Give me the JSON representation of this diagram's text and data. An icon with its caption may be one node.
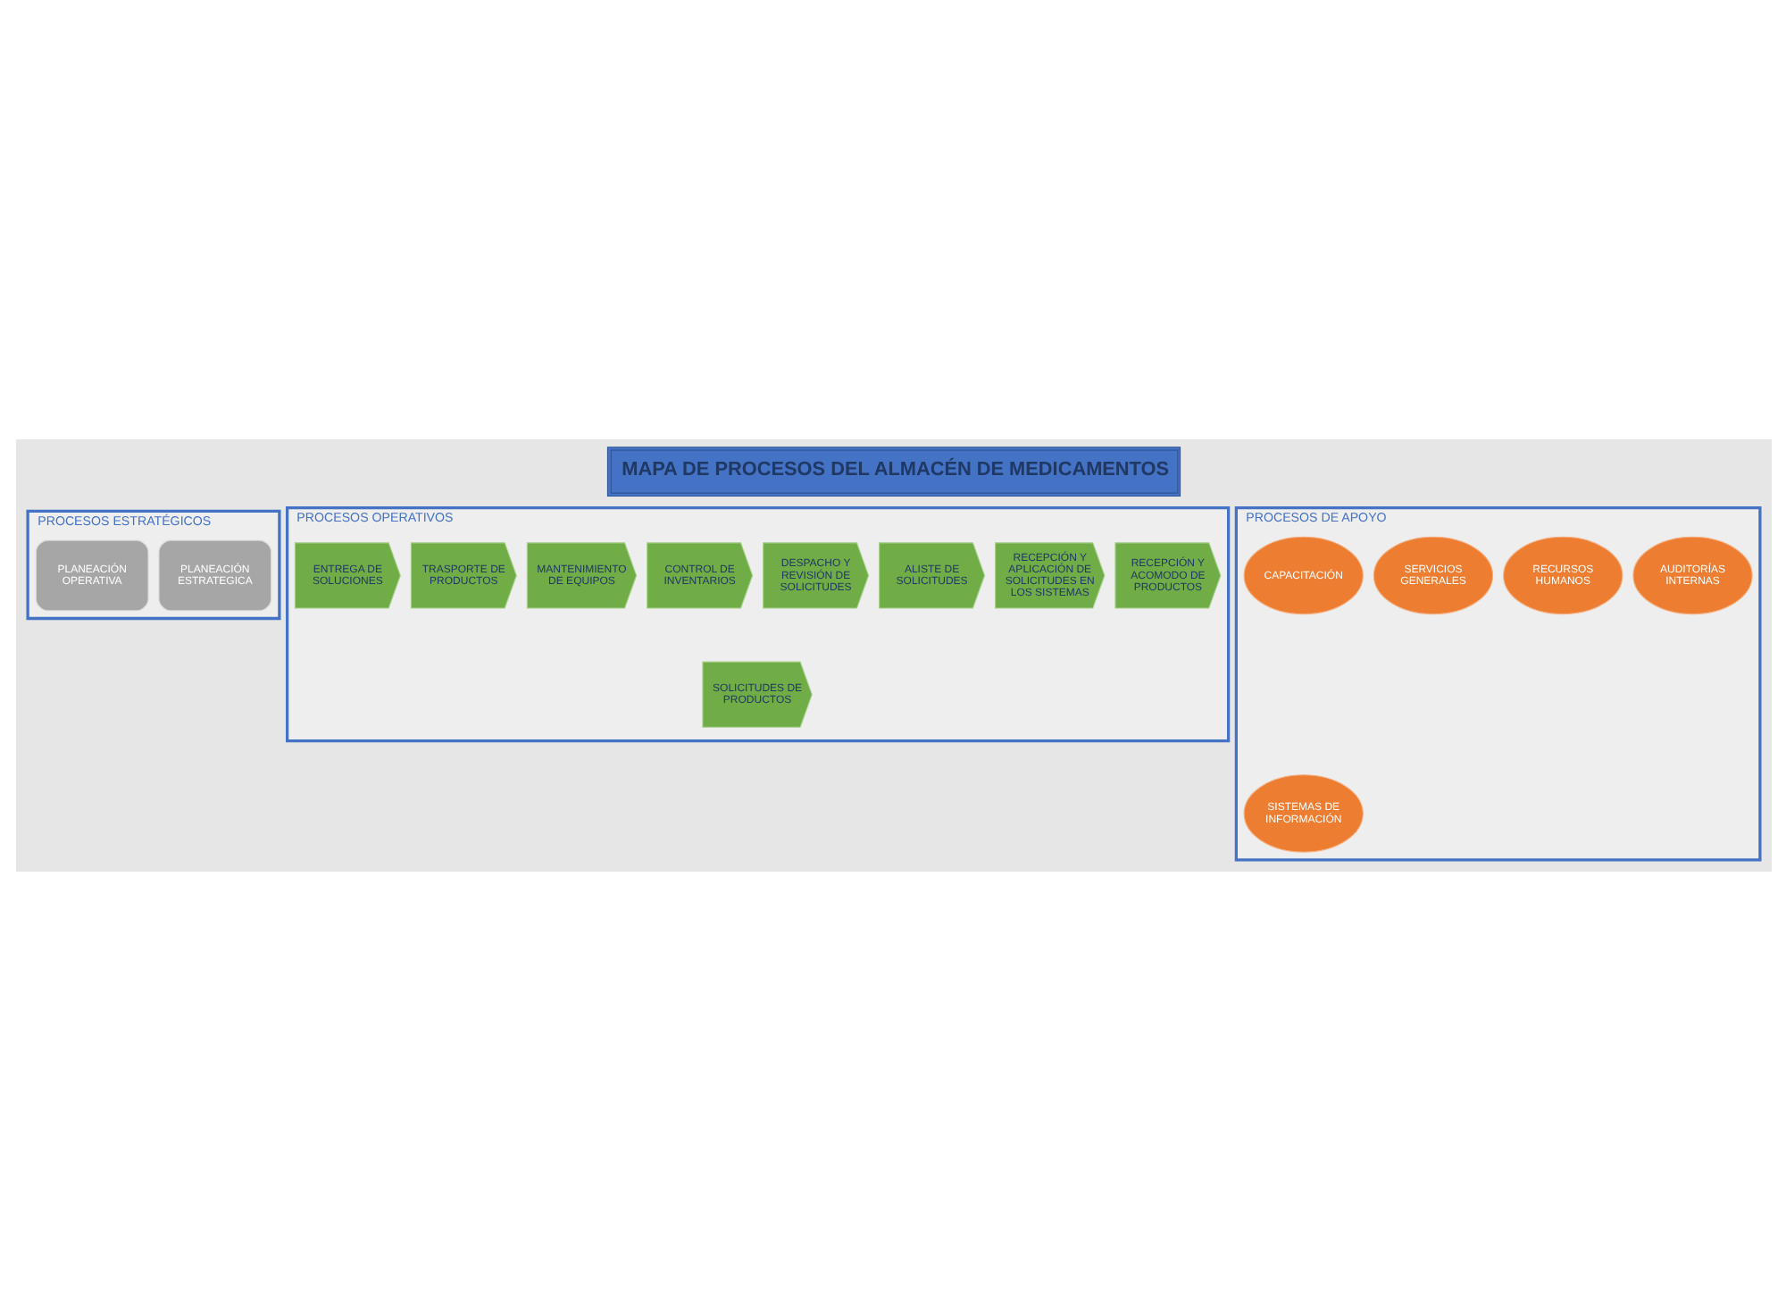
{
  "diagram": {
    "title": "MAPA DE PROCESOS DEL ALMACÉN DE MEDICAMENTOS",
    "nodes": [
      {
        "text": [
          "PROCESOS ESTRATÉGICOS"
        ]
      },
      {
        "text": [
          "PLANEACIÓN ESTRATEGICA"
        ],
        "in": 0
      },
      {
        "text": [
          "PLANEACIÓN OPERATIVA"
        ],
        "in": 0
      },
      {
        "text": [
          "PROCESOS OPERATIVOS"
        ]
      },
      {
        "text": [
          "SOLICITUDES DE PRODUCTOS"
        ],
        "in": 3
      },
      {
        "text": [
          "RECEPCIÓN Y ACOMODO DE PRODUCTOS"
        ],
        "in": 3
      },
      {
        "text": [
          "RECEPCIÓN Y APLICACIÓN DE SOLICITUDES EN LOS SISTEMAS"
        ],
        "in": 3
      },
      {
        "text": [
          "ALISTE DE SOLICITUDES"
        ],
        "in": 3
      },
      {
        "text": [
          "DESPACHO Y REVISIÓN DE SOLICITUDES"
        ],
        "in": 3
      },
      {
        "text": [
          "CONTROL DE INVENTARIOS"
        ],
        "in": 3
      },
      {
        "text": [
          "MANTENIMIENTO DE EQUIPOS"
        ],
        "in": 3
      },
      {
        "text": [
          "TRASPORTE DE PRODUCTOS"
        ],
        "in": 3
      },
      {
        "text": [
          "ENTREGA DE SOLUCIONES"
        ],
        "in": 3
      },
      {
        "text": [
          "PROCESOS DE APOYO"
        ]
      },
      {
        "text": [
          "SISTEMAS DE INFORMACIÓN"
        ],
        "in": 13
      },
      {
        "text": [
          "AUDITORÍAS INTERNAS"
        ],
        "in": 13
      },
      {
        "text": [
          "RECURSOS HUMANOS"
        ],
        "in": 13
      },
      {
        "text": [
          "SERVICIOS GENERALES"
        ],
        "in": 13
      },
      {
        "text": [
          "CAPACITACIÓN"
        ],
        "in": 13
      }
    ]
  }
}
